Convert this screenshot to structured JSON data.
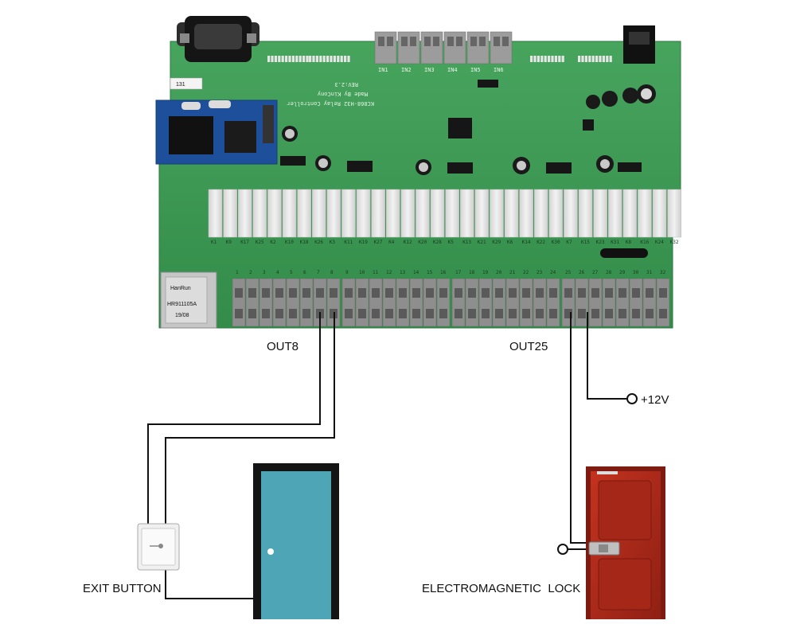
{
  "board": {
    "model_text": "KC868-H32 Relay Controller",
    "maker_text": "Made By KinCony",
    "rev_text": "REV:2.3",
    "id_text": "131",
    "jack_brand": "HanRun",
    "jack_part": "HR911105A",
    "jack_date": "19/08",
    "relay_labels": [
      "K1",
      "K9",
      "K17",
      "K25",
      "K2",
      "K10",
      "K18",
      "K26",
      "K3",
      "K11",
      "K19",
      "K27",
      "K4",
      "K12",
      "K20",
      "K28",
      "K5",
      "K13",
      "K21",
      "K29",
      "K6",
      "K14",
      "K22",
      "K30",
      "K7",
      "K15",
      "K23",
      "K31",
      "K8",
      "K16",
      "K24",
      "K32"
    ],
    "terminal_numbers": [
      "1",
      "2",
      "3",
      "4",
      "5",
      "6",
      "7",
      "8",
      "9",
      "10",
      "11",
      "12",
      "13",
      "14",
      "15",
      "16",
      "17",
      "18",
      "19",
      "20",
      "21",
      "22",
      "23",
      "24",
      "25",
      "26",
      "27",
      "28",
      "29",
      "30",
      "31",
      "32"
    ],
    "input_headers": [
      "IN1",
      "IN2",
      "IN3",
      "IN4",
      "IN5",
      "IN6"
    ]
  },
  "diagram": {
    "out_left": "OUT8",
    "out_right": "OUT25",
    "power_label": "+12V",
    "exit_button_label": "EXIT BUTTON",
    "lock_label": "ELECTROMAGNETIC  LOCK"
  },
  "colors": {
    "pcb": "#3d9b55",
    "relay": "#e2e2e2",
    "terminal": "#8e8e8e",
    "door_blue": "#4ea5b5",
    "door_red": "#b22a1e",
    "wire": "#111111"
  }
}
